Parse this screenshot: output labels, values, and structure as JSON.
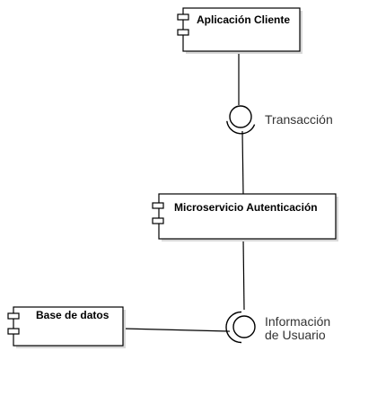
{
  "diagram": {
    "components": [
      {
        "id": "cliente",
        "name": "Aplicación Cliente"
      },
      {
        "id": "auth",
        "name": "Microservicio Autenticación"
      },
      {
        "id": "db",
        "name": "Base de datos"
      }
    ],
    "interfaces": [
      {
        "id": "transaccion",
        "label_lines": [
          "Transacción"
        ]
      },
      {
        "id": "info_usuario",
        "label_lines": [
          "Información",
          "de Usuario"
        ]
      }
    ],
    "colors": {
      "stroke": "#000000",
      "fill": "#ffffff",
      "shadow": "#d9d9d9",
      "label": "#333333"
    }
  }
}
